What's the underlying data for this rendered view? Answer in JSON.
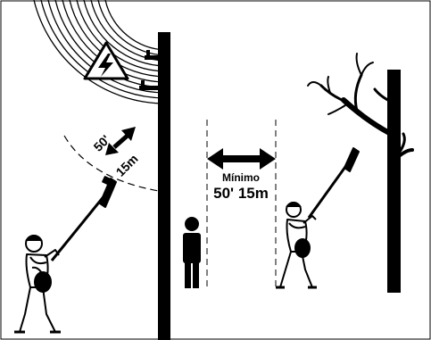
{
  "labels": {
    "minimo": "Mínimo",
    "min_distance": "50' 15m",
    "line_distance_ft": "50'",
    "line_distance_m": "15m"
  },
  "colors": {
    "ink": "#000000",
    "paper": "#ffffff",
    "hazard_lines": "#000000"
  },
  "icons": [
    "high-voltage-warning-icon",
    "power-line-insulator-icon",
    "silhouette-person-icon"
  ]
}
